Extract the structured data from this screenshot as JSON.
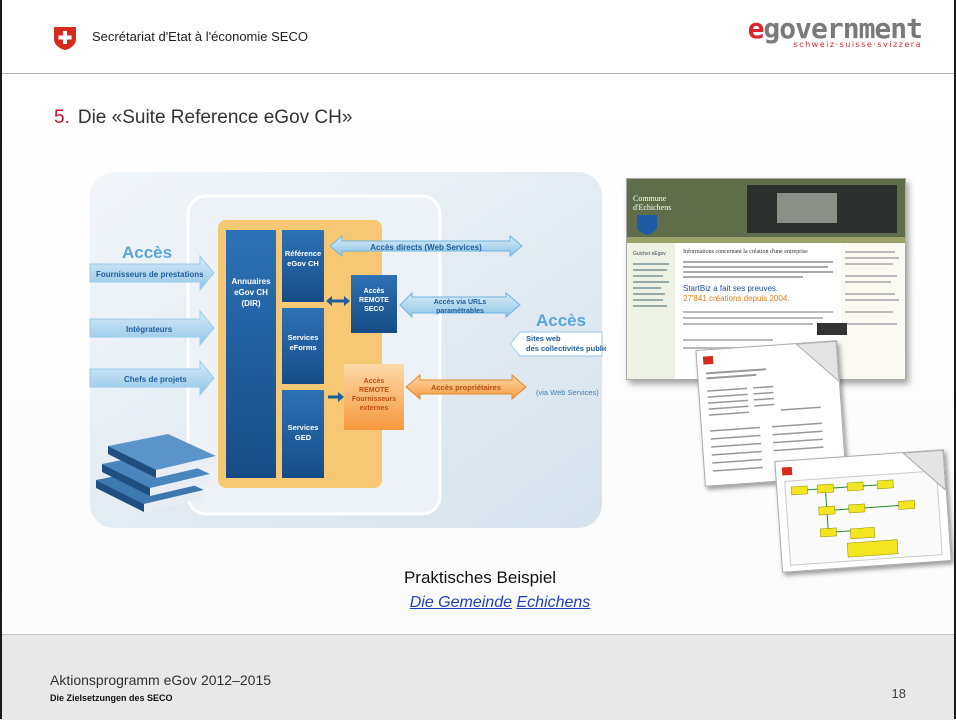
{
  "header": {
    "org_name": "Secrétariat d'Etat à l'économie SECO",
    "logo_e": "e",
    "logo_rest": "government",
    "logo_tagline": "schweiz·suisse·svizzera"
  },
  "slide": {
    "number": "5.",
    "title": "Die «Suite Reference eGov CH»"
  },
  "diagram": {
    "acces_left": "Accès",
    "acces_right": "Accès",
    "left_inputs": [
      "Fournisseurs de prestations",
      "Intégrateurs",
      "Chefs de projets"
    ],
    "directory_block": "Annuaires eGov CH (DIR)",
    "services": [
      "Référence eGov CH",
      "Services eForms",
      "Services GED"
    ],
    "remote_seco": "Accès REMOTE SECO",
    "remote_ext": "Accès REMOTE Fournisseurs externes",
    "arrow_direct": "Accès directs (Web Services)",
    "arrow_urls": "Accès via URLs paramétrables",
    "arrow_prop": "Accès propriétaires",
    "sites_web": "Sites web des collectivités publiques",
    "via_ws": "(via Web Services)"
  },
  "screenshot": {
    "commune": "Commune d'Echichens",
    "heading": "Informations concernant la création d'une entreprise",
    "startbiz": "StartBiz a fait ses preuves.",
    "startbiz_count": "27'841 créations depuis 2004."
  },
  "caption": {
    "line1": "Praktisches Beispiel",
    "link1": "Die Gemeinde",
    "link2": "Echichens"
  },
  "footer": {
    "program": "Aktionsprogramm eGov 2012–2015",
    "subtitle": "Die Zielsetzungen des SECO",
    "page": "18"
  },
  "colors": {
    "accent_red": "#c8102e",
    "diagram_blue": "#1f5d9c",
    "diagram_orange": "#f08a1c"
  }
}
